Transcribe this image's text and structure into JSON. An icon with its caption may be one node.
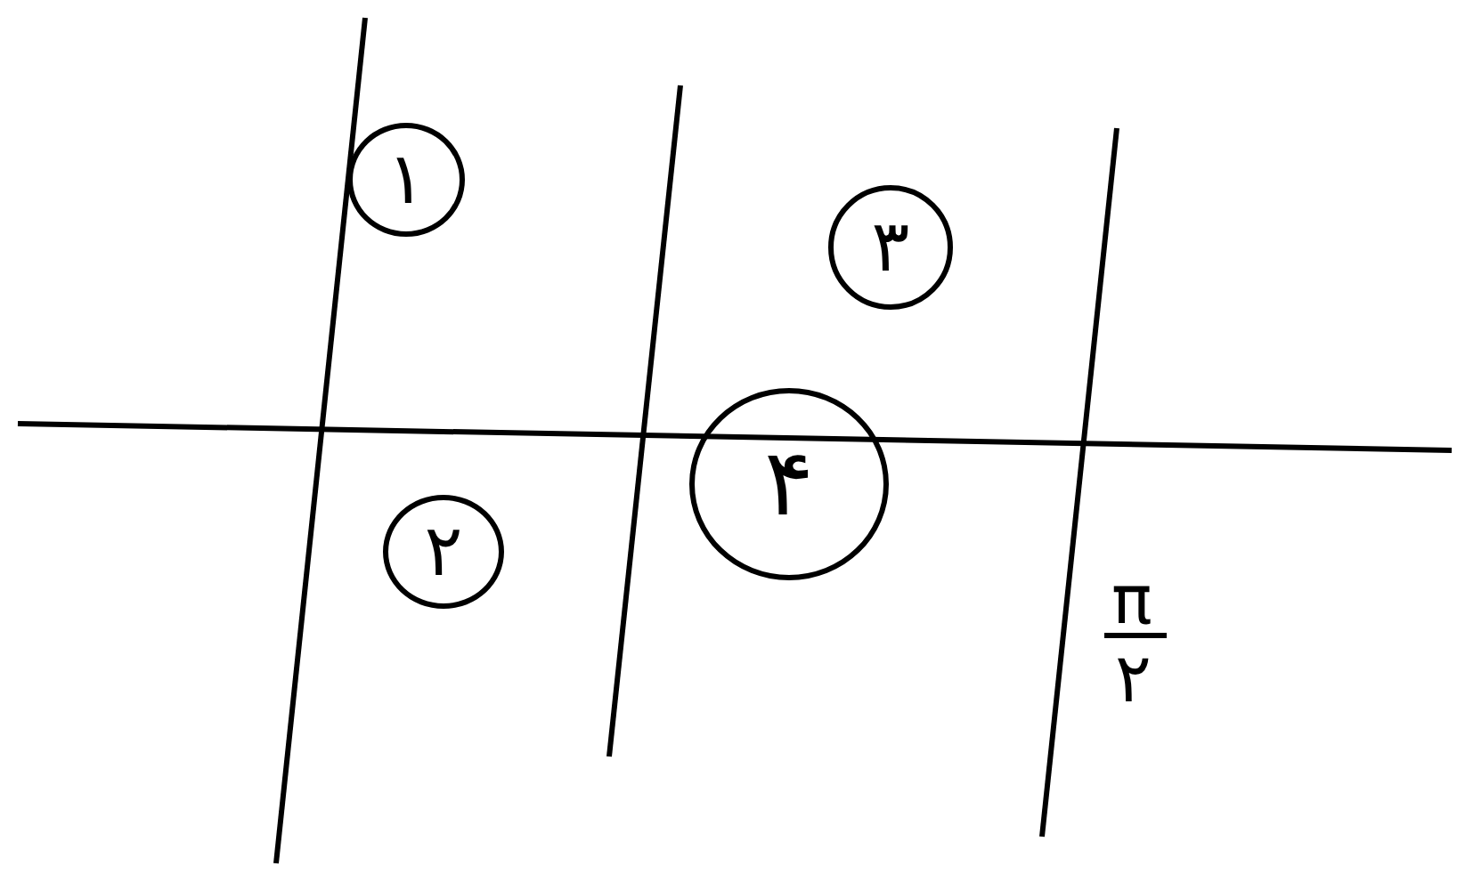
{
  "diagram": {
    "nodes": [
      {
        "text": [
          "۱"
        ]
      },
      {
        "text": [
          "۳"
        ]
      },
      {
        "text": [
          "۲"
        ]
      },
      {
        "text": [
          "۴"
        ]
      }
    ],
    "labels": [
      "π",
      "۲"
    ]
  }
}
